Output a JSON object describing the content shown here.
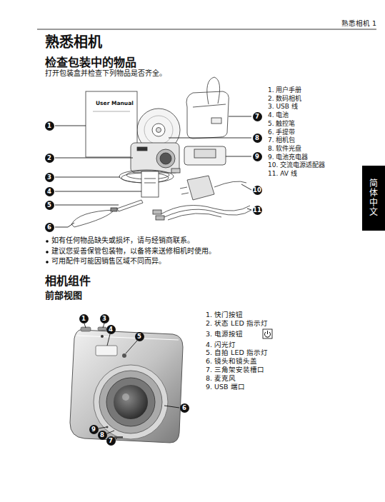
{
  "diagram": {
    "title": "熟悉相机",
    "nodes": [
      {
        "text": [
          "简体中文"
        ]
      }
    ],
    "labels": [
      "熟悉相机 1",
      "检查包装中的物品",
      "打开包装盒并检查下列物品是否齐全。",
      "User Manual",
      "1. 用户手册",
      "2. 数码相机",
      "3. USB 线",
      "4. 电池",
      "5. 触控笔",
      "6. 手提带",
      "7. 相机包",
      "8. 软件光盘",
      "9. 电池充电器",
      "10. 交流电源适配器",
      "11. AV 线",
      "1",
      "2",
      "3",
      "4",
      "5",
      "6",
      "7",
      "8",
      "9",
      "10",
      "11",
      "如有任何物品缺失或损坏，请与经销商联系。",
      "建议您妥善保管包装物，以备将来送修相机时使用。",
      "可用配件可能因销售区域不同而异。",
      "相机组件",
      "前部视图",
      "1. 快门按钮",
      "2. 状态 LED 指示灯",
      "3. 电源按钮",
      "4. 闪光灯",
      "5. 自拍 LED 指示灯",
      "6. 镜头和镜头盖",
      "7. 三角架安装槽口",
      "8. 麦克风",
      "9. USB 端口",
      "1",
      "3",
      "4",
      "5",
      "6",
      "9",
      "8",
      "7"
    ]
  }
}
